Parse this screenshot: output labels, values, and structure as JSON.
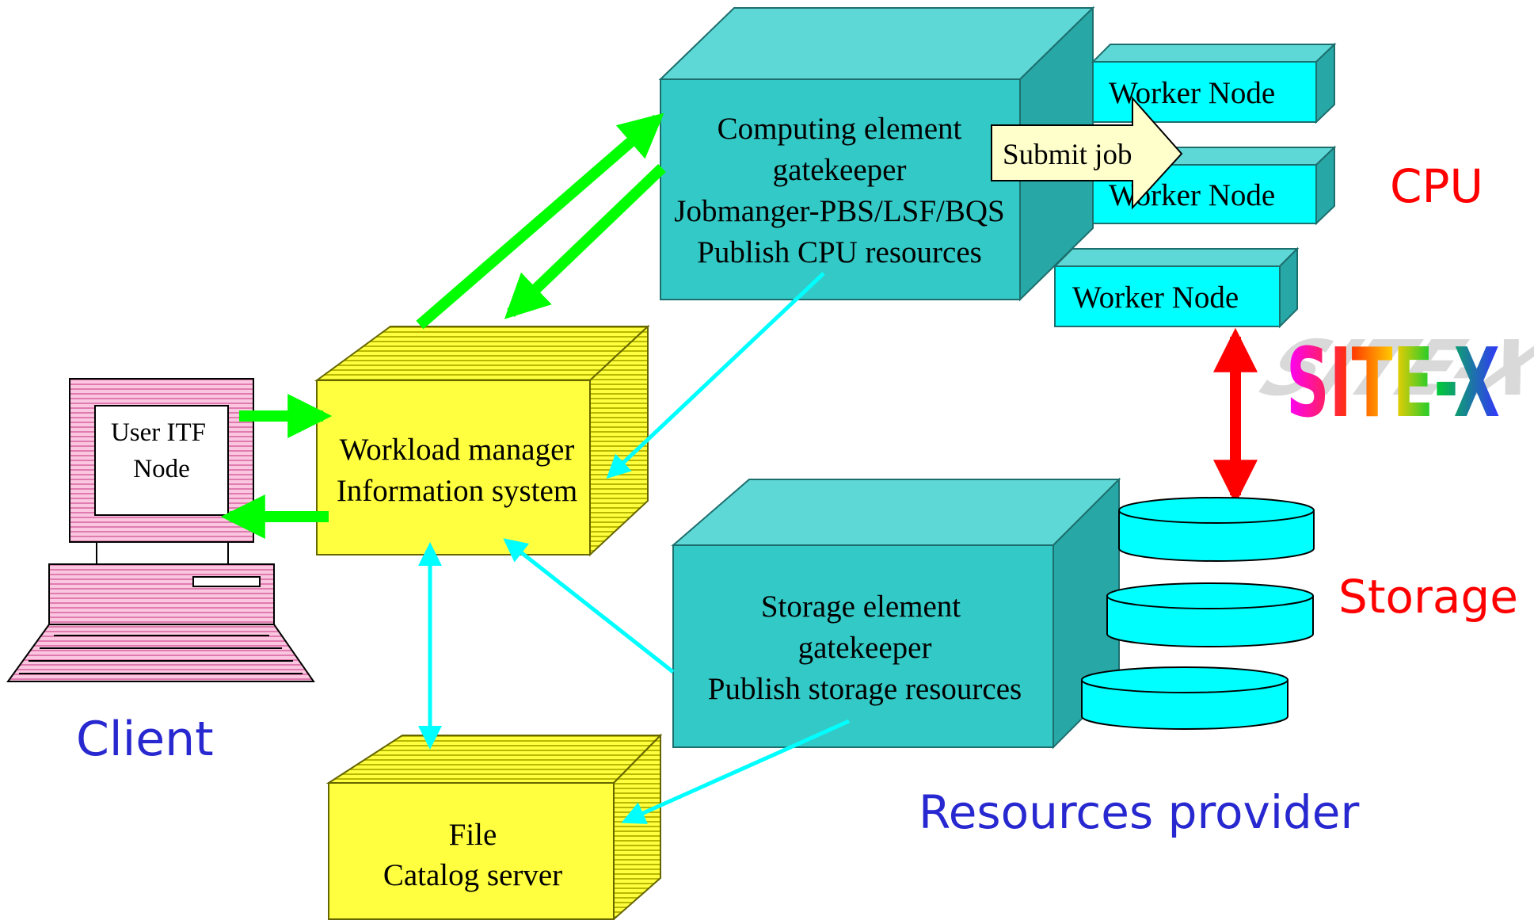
{
  "computing_element": {
    "lines": [
      "Computing element",
      "gatekeeper",
      "Jobmanger-PBS/LSF/BQS",
      "Publish CPU resources"
    ]
  },
  "worker_nodes": [
    "Worker Node",
    "Worker Node",
    "Worker Node"
  ],
  "submit_job": "Submit job",
  "cpu_label": "CPU",
  "site_label": "SITE-X",
  "workload_manager": {
    "lines": [
      "Workload manager",
      "Information system"
    ]
  },
  "user_node": {
    "lines": [
      "User ITF",
      "Node"
    ]
  },
  "client_label": "Client",
  "storage_element": {
    "lines": [
      "Storage element",
      "gatekeeper",
      "Publish storage resources"
    ]
  },
  "storage_label": "Storage",
  "file_catalog": {
    "lines": [
      "File",
      "Catalog server"
    ]
  },
  "resources_provider_label": "Resources provider",
  "colors": {
    "teal_front": "#33c9c6",
    "teal_top": "#5ed8d6",
    "teal_side": "#27a8a6",
    "yellow": "#ffff40",
    "cyan": "#00ffff",
    "green": "#00ff00",
    "red": "#ff0000",
    "pink": "#f7a8cf",
    "blue_text": "#2828d0",
    "red_text": "#ff0000",
    "note_fill": "#ffffcc"
  }
}
